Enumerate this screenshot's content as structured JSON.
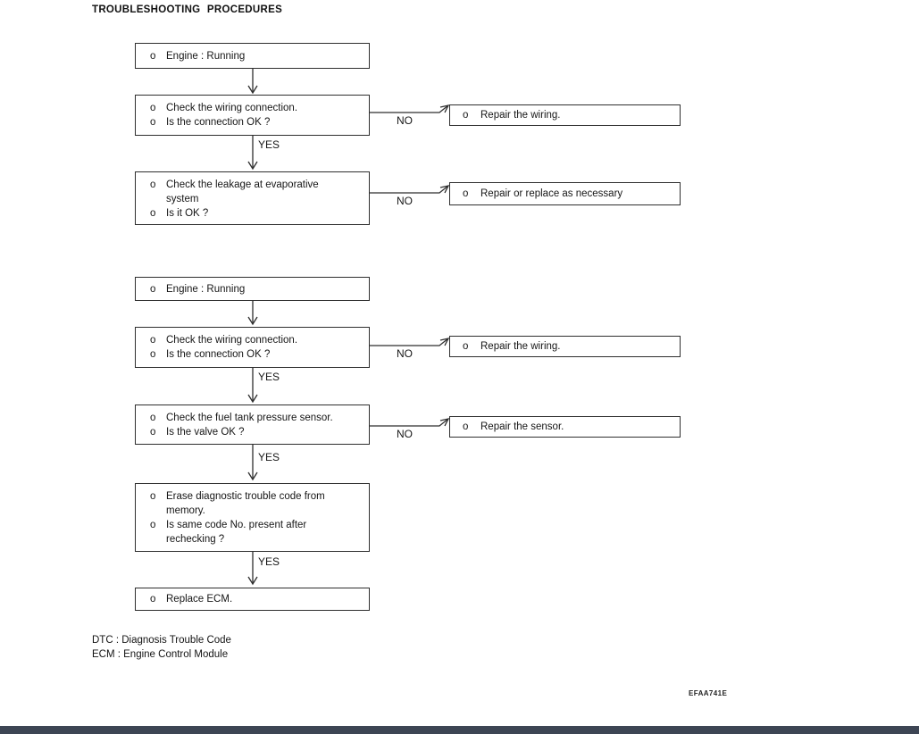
{
  "page": {
    "title": "TROUBLESHOOTING PROCEDURES",
    "figure_code": "EFAA741E"
  },
  "labels": {
    "yes": "YES",
    "no": "NO",
    "bullet": "o"
  },
  "legend": {
    "dtc": "DTC : Diagnosis Trouble Code",
    "ecm": "ECM : Engine Control Module"
  },
  "flow1": {
    "start": {
      "rows": [
        {
          "text": "Engine : Running"
        }
      ]
    },
    "wiring_check": {
      "rows": [
        {
          "text": "Check the wiring connection."
        },
        {
          "text": "Is the connection OK ?"
        }
      ]
    },
    "wiring_repair": {
      "rows": [
        {
          "text": "Repair the wiring."
        }
      ]
    },
    "leak_check": {
      "rows": [
        {
          "text": "Check the leakage at evaporative"
        },
        {
          "text": "system",
          "continuation": true
        },
        {
          "text": "Is it OK ?"
        }
      ]
    },
    "leak_repair": {
      "rows": [
        {
          "text": "Repair or replace as necessary"
        }
      ]
    }
  },
  "flow2": {
    "start": {
      "rows": [
        {
          "text": "Engine : Running"
        }
      ]
    },
    "wiring_check": {
      "rows": [
        {
          "text": "Check the wiring connection."
        },
        {
          "text": "Is the connection OK ?"
        }
      ]
    },
    "wiring_repair": {
      "rows": [
        {
          "text": "Repair the wiring."
        }
      ]
    },
    "sensor_check": {
      "rows": [
        {
          "text": "Check the fuel tank pressure sensor."
        },
        {
          "text": "Is the valve OK ?"
        }
      ]
    },
    "sensor_repair": {
      "rows": [
        {
          "text": "Repair the sensor."
        }
      ]
    },
    "erase_code": {
      "rows": [
        {
          "text": "Erase diagnostic trouble code from"
        },
        {
          "text": "memory.",
          "continuation": true
        },
        {
          "text": "Is same code No. present after"
        },
        {
          "text": "rechecking ?",
          "continuation": true
        }
      ]
    },
    "replace_ecm": {
      "rows": [
        {
          "text": "Replace ECM."
        }
      ]
    }
  }
}
